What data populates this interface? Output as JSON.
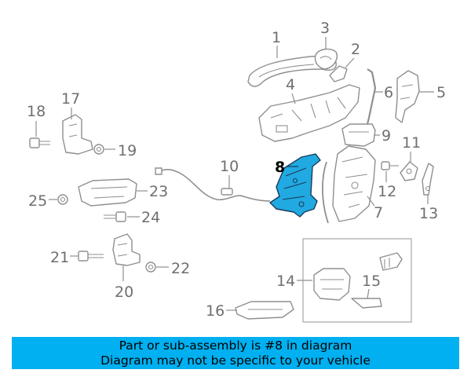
{
  "callouts": {
    "c1": "1",
    "c2": "2",
    "c3": "3",
    "c4": "4",
    "c5": "5",
    "c6": "6",
    "c7": "7",
    "c8": "8",
    "c9": "9",
    "c10": "10",
    "c11": "11",
    "c12": "12",
    "c13": "13",
    "c14": "14",
    "c15": "15",
    "c16": "16",
    "c17": "17",
    "c18": "18",
    "c19": "19",
    "c20": "20",
    "c21": "21",
    "c22": "22",
    "c23": "23",
    "c24": "24",
    "c25": "25"
  },
  "highlight_part": "8",
  "colors": {
    "highlight": "#21a9e1",
    "banner": "#00b0f0",
    "line": "#8f8f8f"
  },
  "banner": {
    "line1": "Part or sub-assembly is #8 in diagram",
    "line2": "Diagram may not be specific to your vehicle"
  }
}
